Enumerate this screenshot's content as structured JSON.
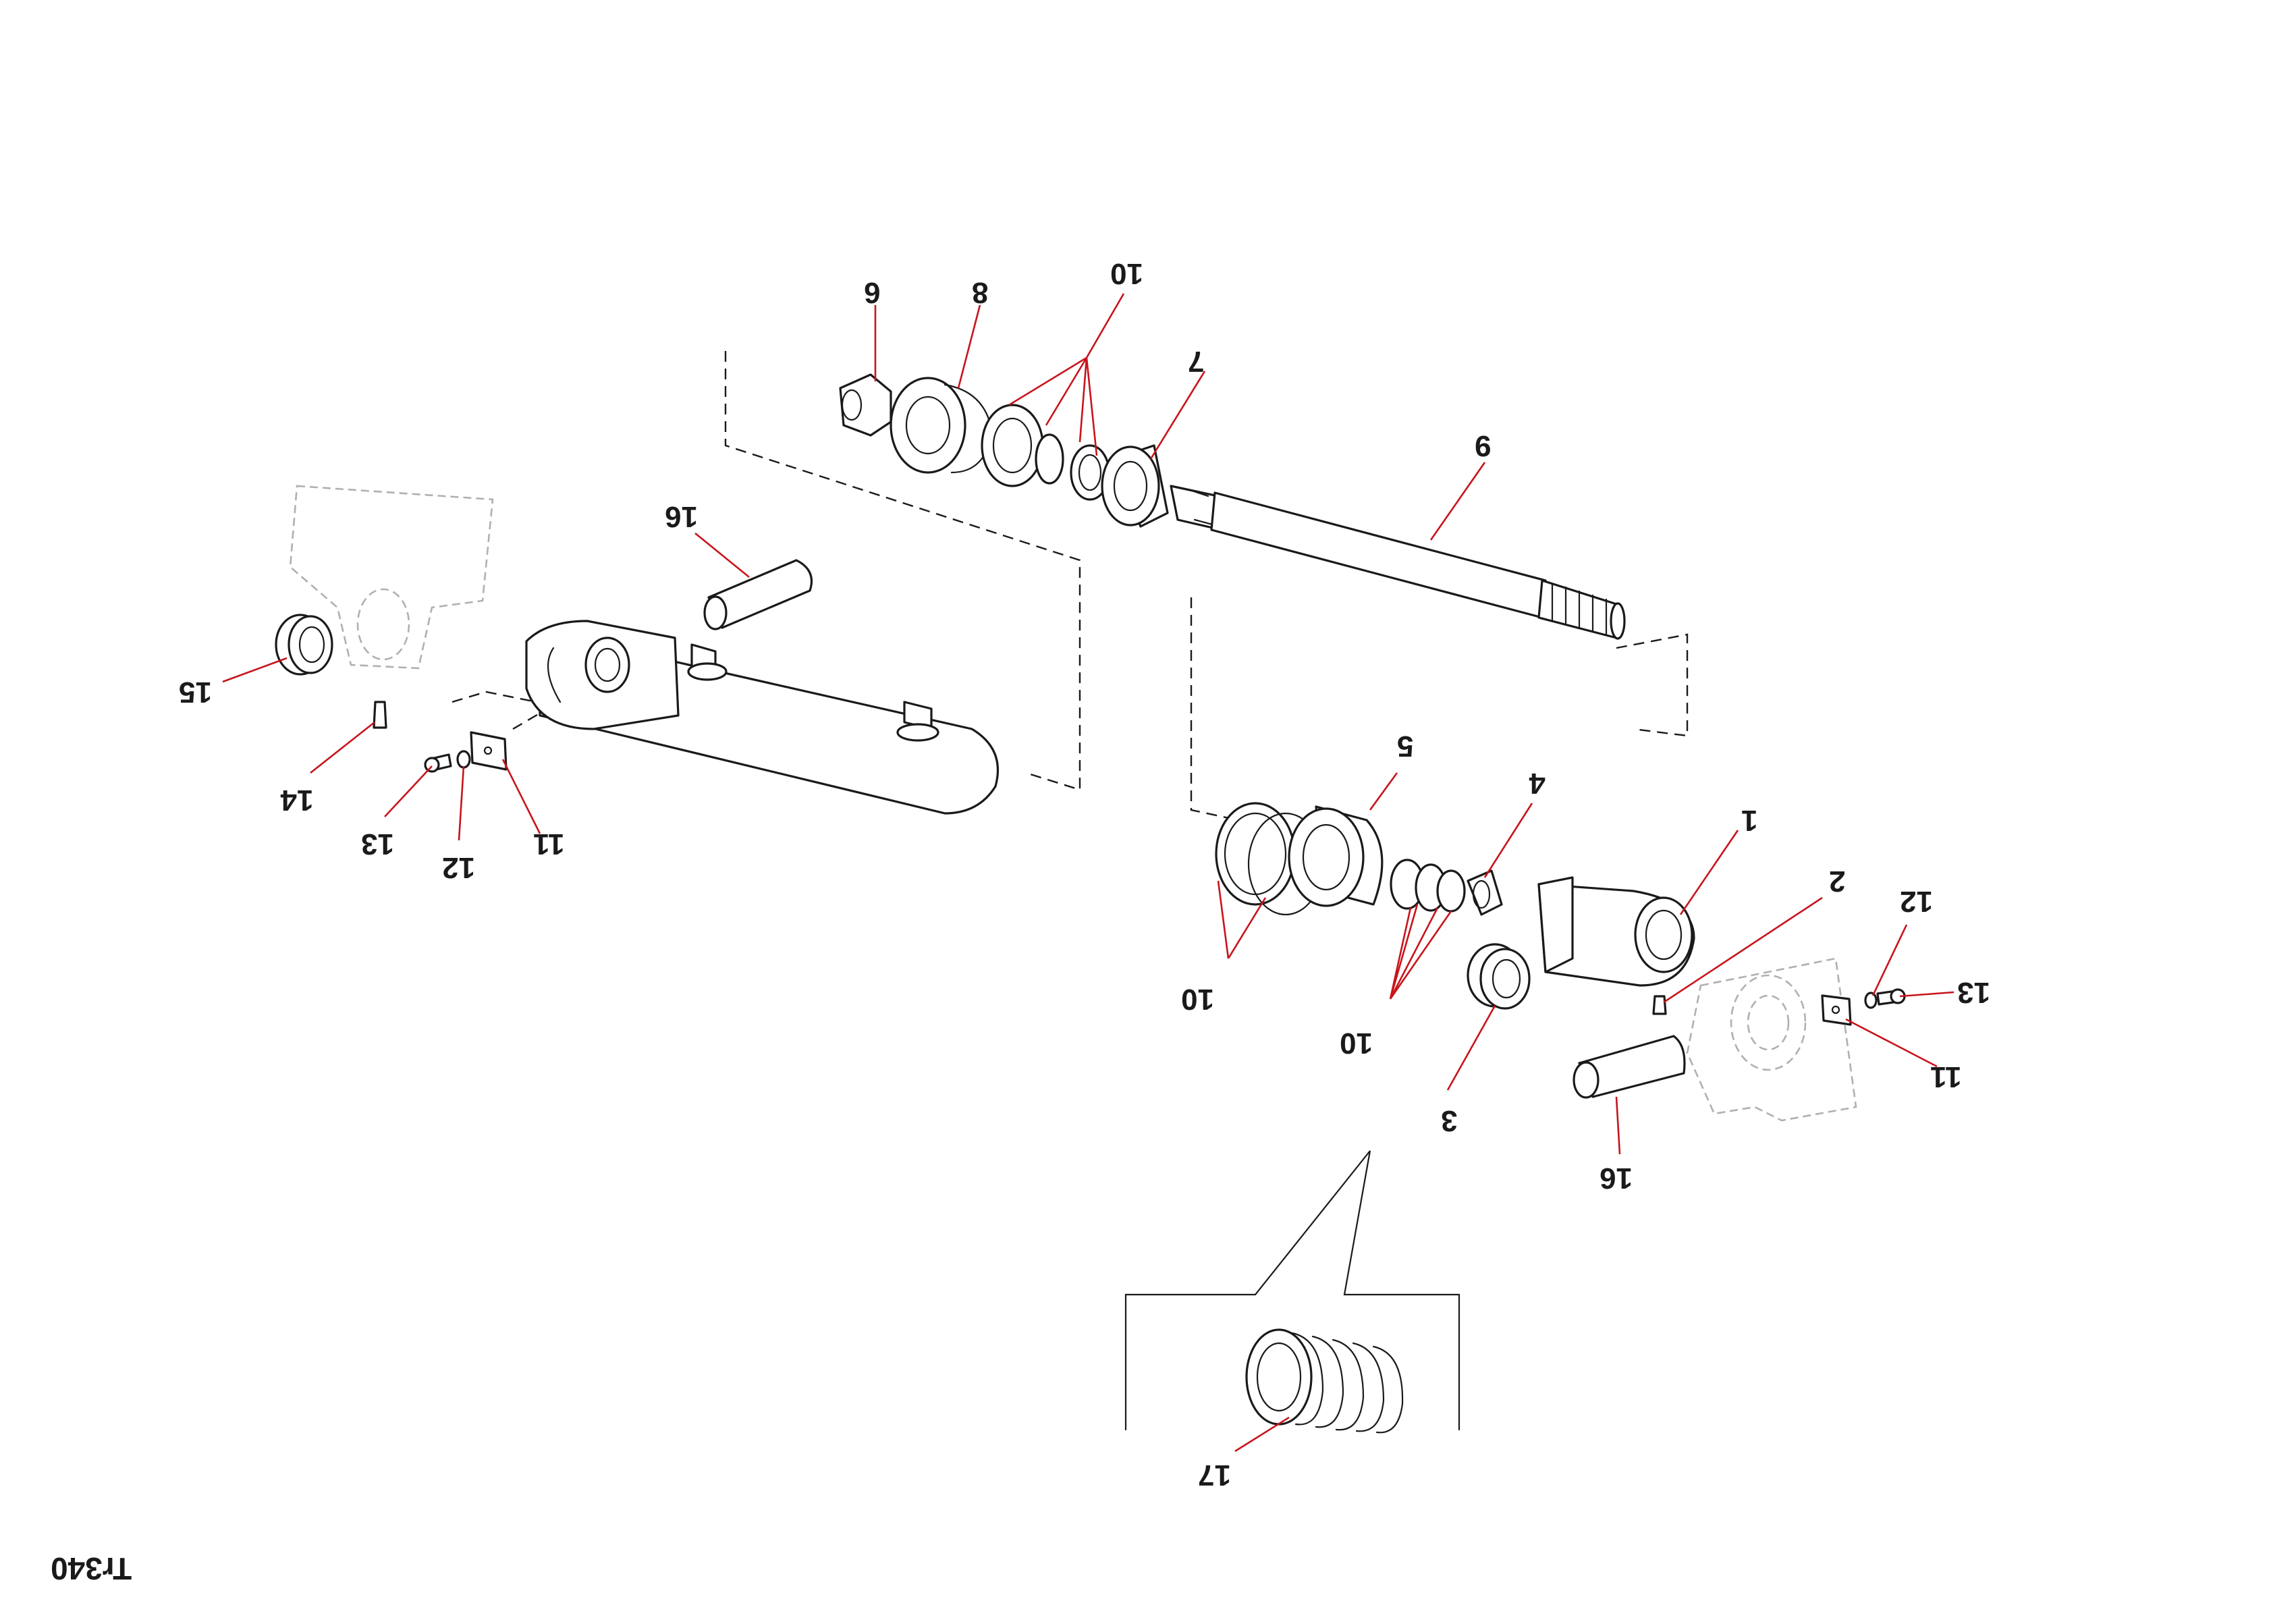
{
  "drawing_code": "Tr340",
  "callouts": {
    "c6_top": "6",
    "c8_top": "8",
    "c10_top": "10",
    "c7_top": "7",
    "c9_shaft": "9",
    "c16_left": "16",
    "c15_left": "15",
    "c14_left": "14",
    "c13_left": "13",
    "c12_left": "12",
    "c11_left": "11",
    "c5_right": "5",
    "c4_right": "4",
    "c1_right": "1",
    "c2_right": "2",
    "c12_right": "12",
    "c13_right": "13",
    "c11_right": "11",
    "c10_right_a": "10",
    "c10_right_b": "10",
    "c3_right": "3",
    "c16_right": "16",
    "c17_detail": "17"
  },
  "colors": {
    "leader": "#c8141c",
    "line": "#1a1a1a",
    "ghost": "#b0b0b0"
  }
}
